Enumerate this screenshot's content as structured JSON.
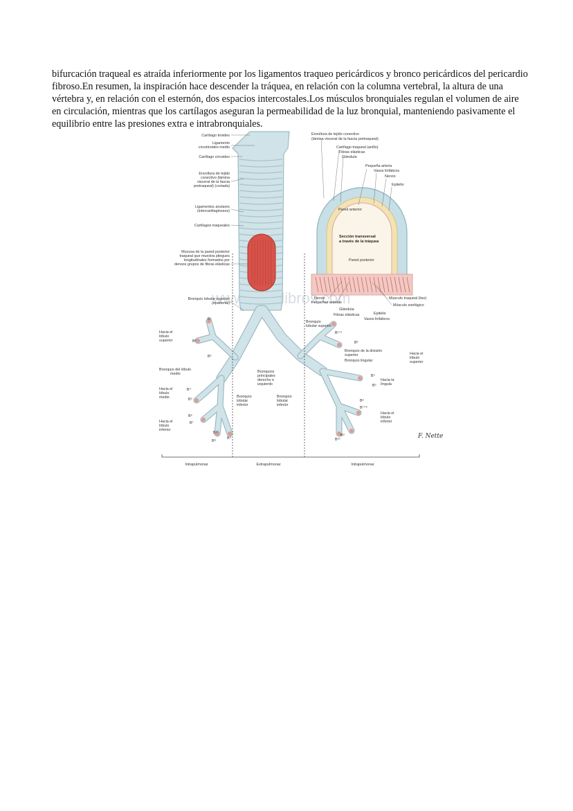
{
  "document": {
    "paragraph": "bifurcación traqueal es atraída inferiormente por los ligamentos traqueo pericárdicos y bronco pericárdicos del pericardio fibroso.En resumen, la inspiración hace descender la tráquea, en relación con la columna vertebral, la altura de una vértebra y, en relación con el esternón, dos espacios intercostales.Los músculos bronquiales regulan el volumen de aire en circulación, mientras que los cartílagos aseguran la permeabilidad de la luz bronquial, manteniendo pasivamente el equilibrio entre las presiones extra e intrabronquiales."
  },
  "figure": {
    "watermark": "www.medilibros.com",
    "signature": "F. Netter",
    "left_labels": [
      "Cartílago tiroides",
      "Ligamento",
      "cricotiroideo medio",
      "Cartílago cricoides",
      "Envoltura de tejido",
      "conectivo (lámina",
      "visceral de la fascia",
      "pretraqueal) (cortada)",
      "Ligamentos anulares",
      "(intercartilaginosos)",
      "Cartílagos traqueales",
      "Mucosa de la pared posterior",
      "traqueal que muestra pliegues",
      "longitudinales formados por",
      "densos grupos de fibras elásticas",
      "Bronquio lobular superior",
      "(eparterial)"
    ],
    "section_labels": [
      "Envoltura de tejido conectivo",
      "(lámina visceral de la fascia pretraqueal)",
      "Cartílago traqueal (anillo)",
      "Fibras elásticas",
      "Glándula",
      "Pequeña arteria",
      "Vasos linfáticos",
      "Nervio",
      "Epitelio",
      "Pared anterior",
      "Sección transversal",
      "a través de la tráquea",
      "Pared posterior",
      "Nervio",
      "Pequeñas arterias",
      "Músculo traqueal (liso)",
      "Músculo esofágico",
      "Glándula",
      "Epitelio",
      "Fibras elásticas",
      "Vasos linfáticos"
    ],
    "lower_left_labels": [
      "Hacia el",
      "lóbulo",
      "superior",
      "Bronquio del lóbulo",
      "medio",
      "Hacia el",
      "lóbulo",
      "medio",
      "Hacia el",
      "lóbulo",
      "inferior"
    ],
    "center_labels": [
      "Bronquios",
      "principales",
      "derecho e",
      "izquierdo",
      "Bronquio",
      "lobular",
      "inferior",
      "Bronquio",
      "lobular",
      "inferior"
    ],
    "right_labels": [
      "Bronquio",
      "lobular superior",
      "Bronquio de la división",
      "superior",
      "Bronquio lingular",
      "Hacia el",
      "lóbulo",
      "superior",
      "Hacia la",
      "língula",
      "Hacia el",
      "lóbulo",
      "inferior"
    ],
    "segment_labels": [
      "B¹",
      "B²",
      "B³",
      "B⁴",
      "B⁵",
      "B⁶",
      "B⁷",
      "B⁸",
      "B⁹",
      "B¹⁰",
      "B¹⁺²",
      "B³",
      "B⁴",
      "B⁵",
      "B⁶",
      "B⁷⁺⁸",
      "B⁹",
      "B¹⁰"
    ],
    "bottom_labels": [
      "Intrapulmonar",
      "Extrapulmonar",
      "Intrapulmonar"
    ],
    "colors": {
      "airway": "#cfe3e8",
      "airway_edge": "#8fb1ba",
      "mucosa": "#d9534a",
      "cartilage_ring": "#c7dfe6",
      "tissue": "#f2c9c4"
    }
  }
}
